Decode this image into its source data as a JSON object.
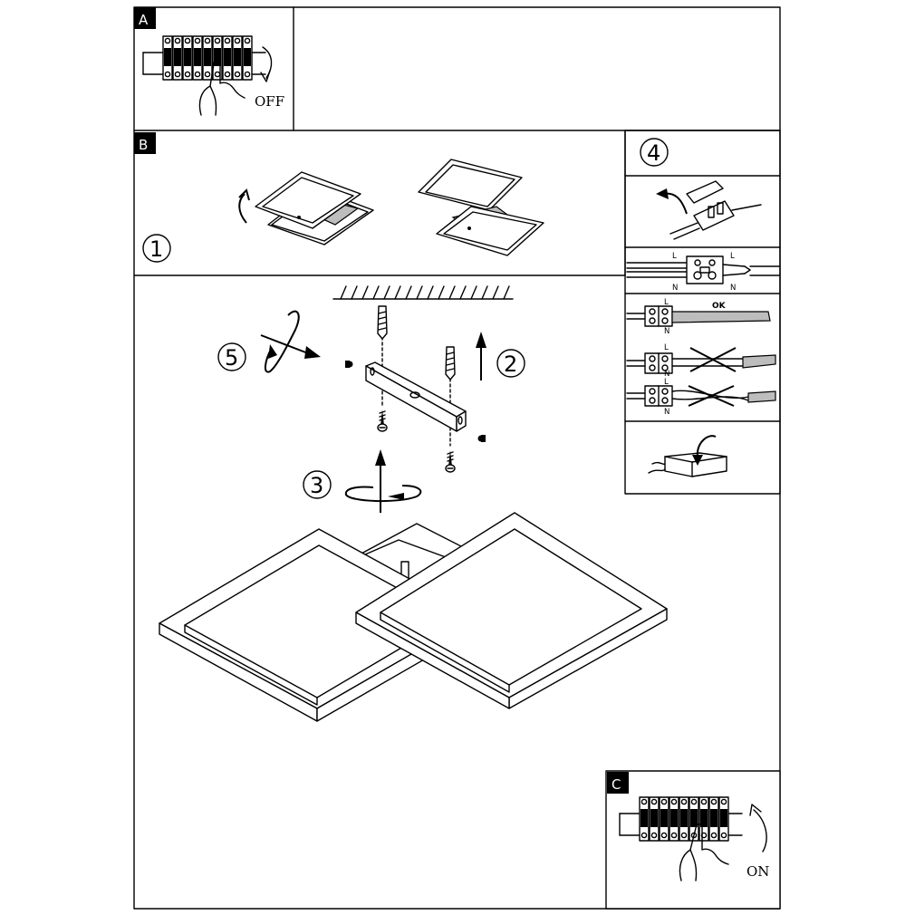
{
  "panels": {
    "a": {
      "tag": "A",
      "switch_label": "OFF"
    },
    "b": {
      "tag": "B"
    },
    "c": {
      "tag": "C",
      "switch_label": "ON"
    }
  },
  "steps": [
    "1",
    "2",
    "3",
    "4",
    "5"
  ],
  "wiring": {
    "live": "L",
    "neutral": "N",
    "ok_label": "OK"
  },
  "colors": {
    "line": "#000000",
    "background": "#ffffff",
    "fill_grey": "#bdbdbd"
  },
  "icons": [
    "rotate-arrow-icon",
    "up-arrow-icon",
    "screw-icon",
    "wall-plug-icon",
    "circuit-breaker-icon",
    "hand-icon",
    "cross-icon"
  ]
}
